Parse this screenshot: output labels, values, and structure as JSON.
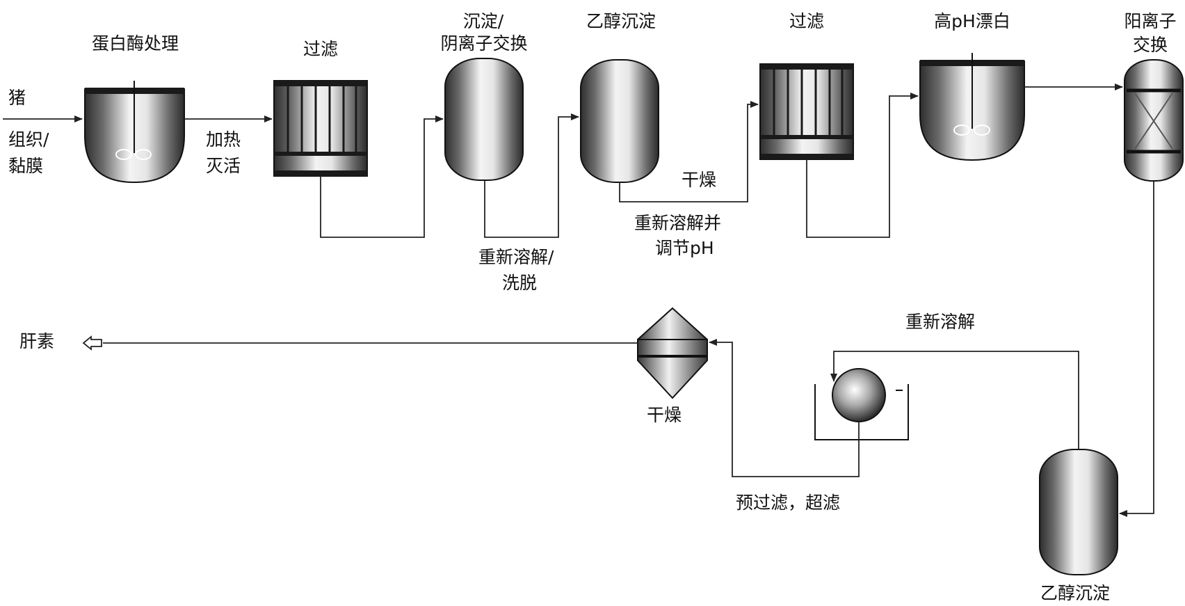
{
  "labels": {
    "protease": "蛋白酶处理",
    "filter1": "过滤",
    "precip_line1": "沉淀/",
    "precip_line2": "阴离子交换",
    "ethanol1": "乙醇沉淀",
    "filter2": "过滤",
    "bleach": "高pH漂白",
    "cation_line1": "阳离子",
    "cation_line2": "交换",
    "input_line1": "猪",
    "input_line2": "组织/",
    "input_line3": "黏膜",
    "heat_line1": "加热",
    "heat_line2": "灭活",
    "redissolve_line1": "重新溶解/",
    "redissolve_line2": "洗脱",
    "dry1": "干燥",
    "adjust_line1": "重新溶解并",
    "adjust_line2": "调节pH",
    "product": "肝素",
    "dry2": "干燥",
    "redissolve2": "重新溶解",
    "ultrafiltration": "预过滤，超滤",
    "ethanol2": "乙醇沉淀"
  },
  "colors": {
    "line": "#222222",
    "vessel_dark": "#3a3a3a",
    "vessel_light": "#f2f2f2"
  }
}
